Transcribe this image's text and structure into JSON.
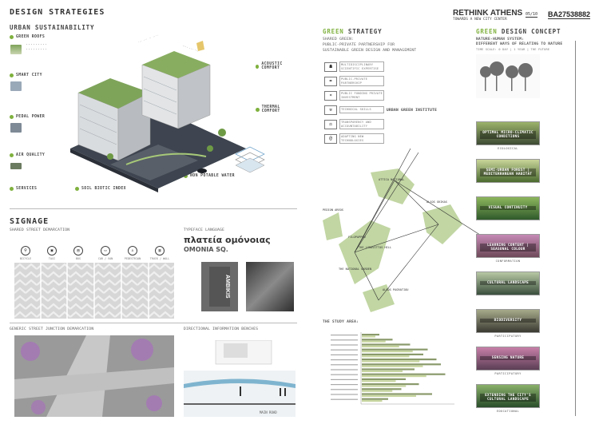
{
  "left": {
    "title": "DESIGN STRATEGIES",
    "urban_sustainability": "URBAN SUSTAINABILITY",
    "sustainability_items": [
      {
        "label": "GREEN ROOFS"
      },
      {
        "label": "SMART CITY"
      },
      {
        "label": "PEDAL POWER"
      },
      {
        "label": "AIR QUALITY"
      },
      {
        "label": "SERVICES"
      },
      {
        "label": "SOIL BIOTIC INDEX"
      },
      {
        "label": "NON POTABLE WATER"
      },
      {
        "label": "THERMAL COMFORT"
      },
      {
        "label": "ACOUSTIC COMFORT"
      }
    ],
    "signage": "SIGNAGE",
    "shared_street": "SHARED STREET DEMARCATION",
    "signage_icons": [
      "BICYCLE",
      "TAXI",
      "BUS",
      "CAR / VAN",
      "PEDESTRIAN",
      "TRUCK / WALL"
    ],
    "typeface": "TYPEFACE LANGUAGE",
    "greek_name": "πλατεία ομόνοιας",
    "latin_name": "OMONIA SQ.",
    "junction": "GENERIC STREET JUNCTION DEMARCATION",
    "directional": "DIRECTIONAL INFORMATION BENCHES",
    "ambiguous": "AMBIKIS",
    "road_label": "MAIN ROAD"
  },
  "right": {
    "brand": "RETHINK ATHENS",
    "brand_sub": "TOWARDS A NEW CITY CENTER",
    "sheet_no": "05/10",
    "code": "BA27538882",
    "green_strategy_a": "GREEN",
    "green_strategy_b": " STRATEGY",
    "shared_green": "SHARED GREEN:",
    "partnership": "PUBLIC-PRIVATE PARTNERSHIP FOR",
    "partnership2": "SUSTAINABLE GREEN DESIGN AND MANAGEMENT",
    "partners": [
      "MULTIDISCIPLINARY SCIENTIFIC EXPERTISE",
      "PUBLIC-PRIVATE PARTNERSHIP",
      "PUBLIC FUNDING PRIVATE INVESTMENT",
      "TECHNICAL SKILLS",
      "TRANSPARENCY AND ACCOUNTABILITY",
      "ADAPTING NEW TECHNOLOGIES"
    ],
    "institute": "URBAN GREEN INSTITUTE",
    "study_area": "THE STUDY AREA:",
    "green_design_a": "GREEN",
    "green_design_b": " DESIGN CONCEPT",
    "nature_human": "NATURE-HUMAN SYSTEM:",
    "different_ways": "DIFFERENT WAYS OF RELATING TO NATURE",
    "time_scale": "TIME SCALE: 0 DAY | 1 YEAR | THE FUTURE",
    "map_labels": [
      "ATTICA NATIONAL",
      "PEDION AREOS",
      "ALSOS GKIKAS",
      "THE LYKAVITTOS HILL",
      "FILOPAPPOU",
      "ALSOS PAGRATIOU",
      "THE NATIONAL GARDEN"
    ],
    "concepts": [
      {
        "label": "OPTIMAL MICRO-CLIMATIC CONDITIONS",
        "caption": "ECOLOGICAL",
        "colorA": "#3d4a33",
        "colorB": "#9bb36a"
      },
      {
        "label": "SEMI-URBAN FOREST | MEDITERRANEAN HABITAT",
        "caption": "",
        "colorA": "#4b6b2f",
        "colorB": "#c9d59a"
      },
      {
        "label": "VISUAL CONTINUITY",
        "caption": "",
        "colorA": "#2f5a2b",
        "colorB": "#8db65d"
      },
      {
        "label": "LEARNING CONTENT | SEASONAL COLOUR",
        "caption": "CONFORMATION",
        "colorA": "#6e4a59",
        "colorB": "#c58ab6"
      },
      {
        "label": "CULTURAL LANDSCAPE",
        "caption": "",
        "colorA": "#3a4f3d",
        "colorB": "#b7c8a4"
      },
      {
        "label": "BIODIVERSITY",
        "caption": "PARTICIPATORY",
        "colorA": "#3a3a32",
        "colorB": "#a7aa8a"
      },
      {
        "label": "SENSING NATURE",
        "caption": "PARTICIPATORY",
        "colorA": "#5b3e55",
        "colorB": "#c77fa8"
      },
      {
        "label": "EXTENDING THE CITY'S CULTURAL LANDSCAPE",
        "caption": "EDUCATIONAL",
        "colorA": "#284d2a",
        "colorB": "#8ab06a"
      }
    ],
    "chart_caption": "THE STUDY AREA"
  },
  "colors": {
    "accent": "#7fb13e",
    "bar_dark": "#8a9a6b",
    "bar_light": "#c8d6a0"
  }
}
